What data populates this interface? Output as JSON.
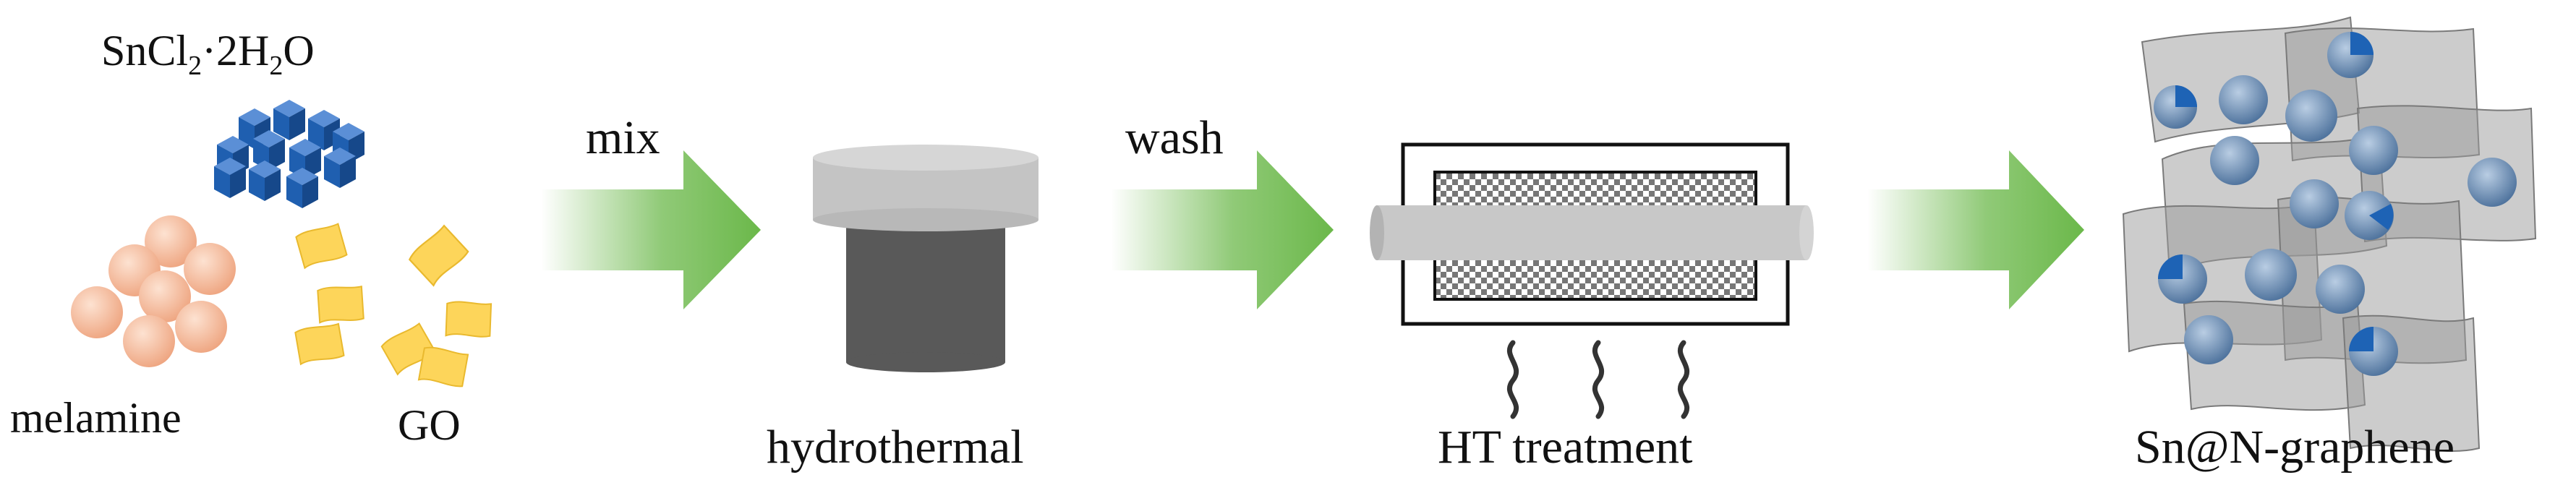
{
  "reagents": {
    "tin_salt": {
      "base": "SnCl",
      "sub1": "2",
      "middle": "·2H",
      "sub2": "2",
      "end": "O"
    },
    "melamine_label": "melamine",
    "go_label": "GO"
  },
  "arrows": [
    {
      "label": "mix"
    },
    {
      "label": "wash"
    },
    {
      "label": ""
    }
  ],
  "stages": {
    "hydrothermal": "hydrothermal",
    "ht_treatment": "HT treatment",
    "product": "Sn@N-graphene"
  },
  "colors": {
    "tin_cube_top": "#5b8fd6",
    "tin_cube_front": "#1f5fb0",
    "tin_cube_side": "#16488a",
    "melamine_sphere": "#f6c0a0",
    "go_sheet": "#fdd55a",
    "arrow_green": "#6bb84a",
    "autoclave_lid": "#c4c4c4",
    "autoclave_body": "#595959",
    "furnace_tube": "#c8c8c8",
    "graphene_sheet": "#9a9a9a",
    "sn_particle": "#7f9bbd",
    "sn_particle_cap": "#1e63b5"
  },
  "icons": [
    "tin-chloride-crystal-icon",
    "melamine-molecule-icon",
    "graphene-oxide-sheet-icon",
    "autoclave-icon",
    "tube-furnace-icon",
    "heat-wave-icon",
    "sn-n-graphene-composite-icon"
  ]
}
